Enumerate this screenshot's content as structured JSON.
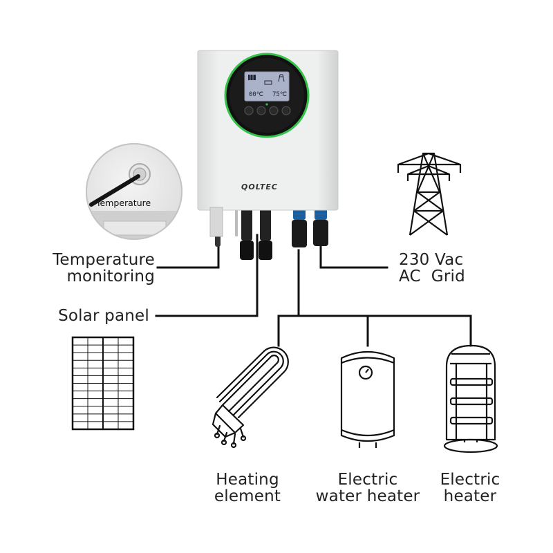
{
  "device": {
    "brand": "QOLTEC",
    "display": {
      "temp_left": "00℃",
      "temp_right": "75℃"
    }
  },
  "inset": {
    "label": "Temperature"
  },
  "labels": {
    "temperature_monitoring": [
      "Temperature",
      "monitoring"
    ],
    "solar_panel": "Solar panel",
    "grid": [
      "230 Vac",
      "AC  Grid"
    ],
    "heating_element": [
      "Heating",
      "element"
    ],
    "water_heater": [
      "Electric",
      "water heater"
    ],
    "electric_heater": [
      "Electric",
      "heater"
    ]
  },
  "colors": {
    "line": "#111111",
    "device_body": "#e9eaea",
    "display_ring": "#35c24a",
    "text": "#222222"
  },
  "icons": [
    "solar-panel-icon",
    "transmission-tower-icon",
    "heating-element-icon",
    "water-heater-icon",
    "electric-heater-icon",
    "temperature-sensor-icon"
  ]
}
